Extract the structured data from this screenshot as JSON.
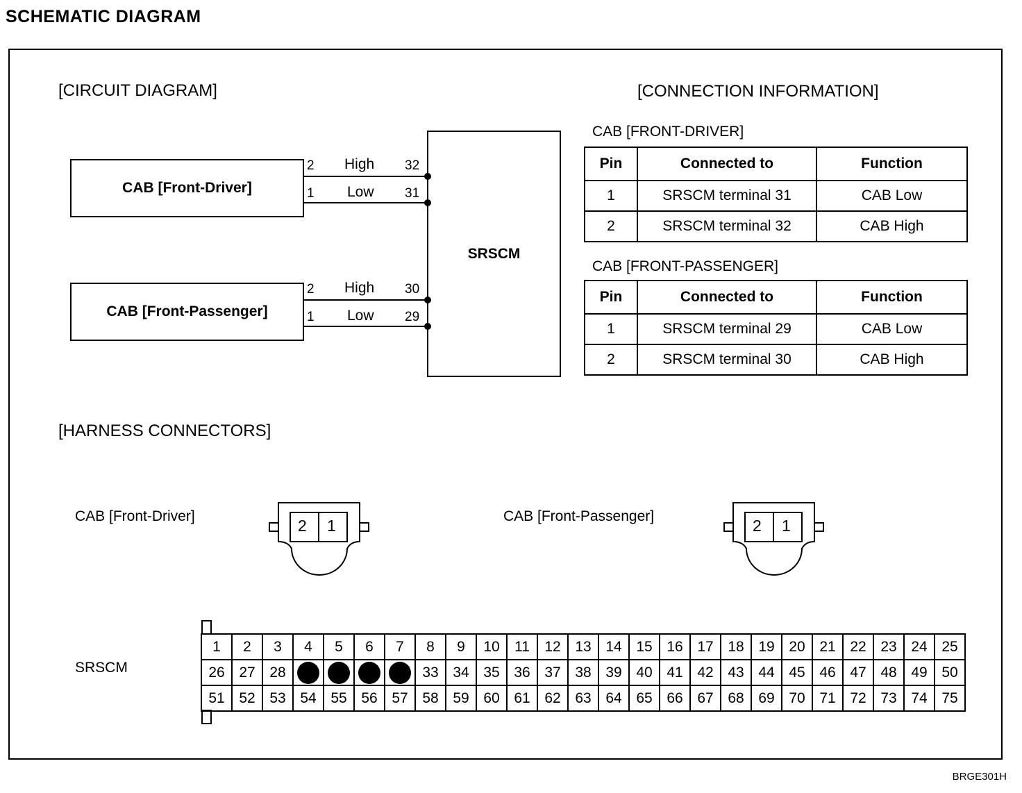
{
  "page_title": "SCHEMATIC DIAGRAM",
  "circuit": {
    "title": "[CIRCUIT DIAGRAM]",
    "driver_box": "CAB [Front-Driver]",
    "passenger_box": "CAB [Front-Passenger]",
    "module_box": "SRSCM",
    "driver_wires": [
      {
        "pin": "2",
        "label": "High",
        "terminal": "32"
      },
      {
        "pin": "1",
        "label": "Low",
        "terminal": "31"
      }
    ],
    "passenger_wires": [
      {
        "pin": "2",
        "label": "High",
        "terminal": "30"
      },
      {
        "pin": "1",
        "label": "Low",
        "terminal": "29"
      }
    ]
  },
  "connection": {
    "title": "[CONNECTION INFORMATION]",
    "headers": [
      "Pin",
      "Connected to",
      "Function"
    ],
    "driver_caption": "CAB [FRONT-DRIVER]",
    "driver_rows": [
      [
        "1",
        "SRSCM terminal 31",
        "CAB Low"
      ],
      [
        "2",
        "SRSCM terminal 32",
        "CAB High"
      ]
    ],
    "passenger_caption": "CAB [FRONT-PASSENGER]",
    "passenger_rows": [
      [
        "1",
        "SRSCM terminal 29",
        "CAB Low"
      ],
      [
        "2",
        "SRSCM terminal 30",
        "CAB High"
      ]
    ]
  },
  "harness": {
    "title": "[HARNESS CONNECTORS]",
    "driver_label": "CAB [Front-Driver]",
    "passenger_label": "CAB [Front-Passenger]",
    "cab_pins": [
      "2",
      "1"
    ],
    "srscm_label": "SRSCM",
    "srscm_rows": [
      [
        "1",
        "2",
        "3",
        "4",
        "5",
        "6",
        "7",
        "8",
        "9",
        "10",
        "11",
        "12",
        "13",
        "14",
        "15",
        "16",
        "17",
        "18",
        "19",
        "20",
        "21",
        "22",
        "23",
        "24",
        "25"
      ],
      [
        "26",
        "27",
        "28",
        "",
        "",
        "",
        "",
        "33",
        "34",
        "35",
        "36",
        "37",
        "38",
        "39",
        "40",
        "41",
        "42",
        "43",
        "44",
        "45",
        "46",
        "47",
        "48",
        "49",
        "50"
      ],
      [
        "51",
        "52",
        "53",
        "54",
        "55",
        "56",
        "57",
        "58",
        "59",
        "60",
        "61",
        "62",
        "63",
        "64",
        "65",
        "66",
        "67",
        "68",
        "69",
        "70",
        "71",
        "72",
        "73",
        "74",
        "75"
      ]
    ],
    "filled_pins": [
      [
        1,
        3
      ],
      [
        1,
        4
      ],
      [
        1,
        5
      ],
      [
        1,
        6
      ]
    ]
  },
  "figure_code": "BRGE301H"
}
